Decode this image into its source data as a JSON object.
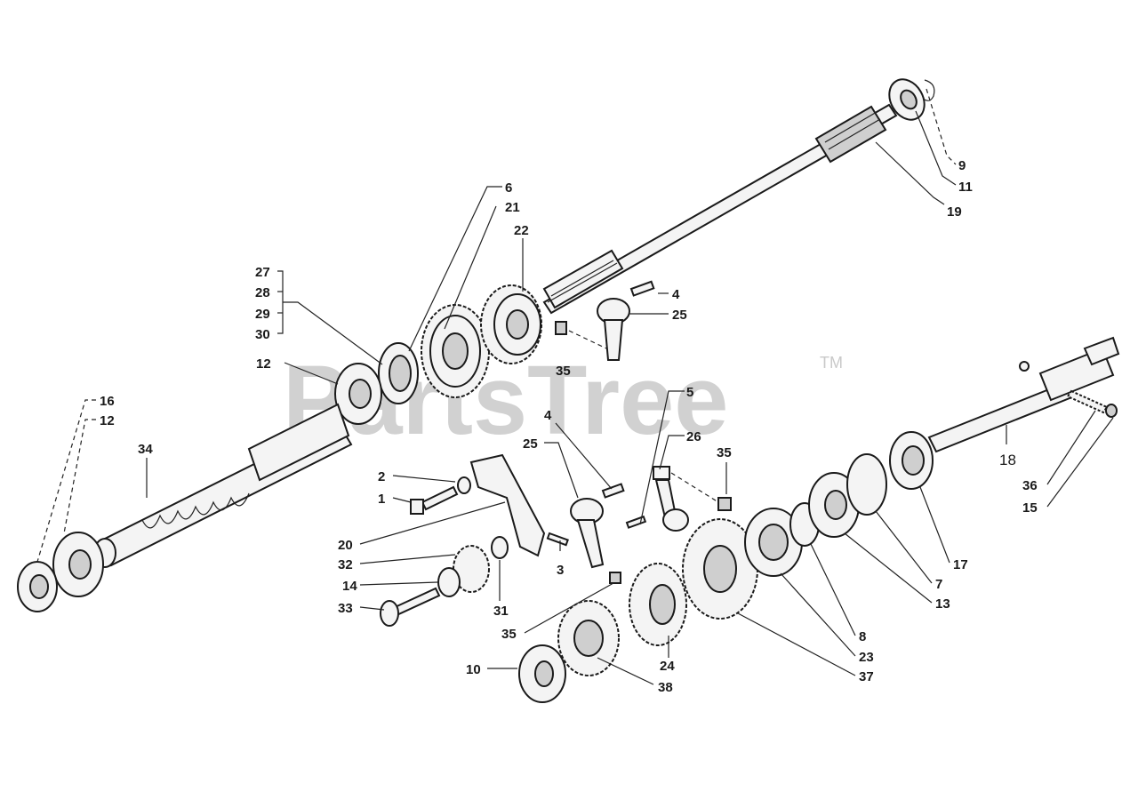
{
  "watermark": {
    "text": "PartsTree",
    "tm": "TM"
  },
  "callouts": [
    {
      "id": "c9",
      "text": "9"
    },
    {
      "id": "c11a",
      "text": "11"
    },
    {
      "id": "c19",
      "text": "19"
    },
    {
      "id": "c6",
      "text": "6"
    },
    {
      "id": "c21",
      "text": "21"
    },
    {
      "id": "c22",
      "text": "22"
    },
    {
      "id": "c27",
      "text": "27"
    },
    {
      "id": "c28",
      "text": "28"
    },
    {
      "id": "c29",
      "text": "29"
    },
    {
      "id": "c30",
      "text": "30"
    },
    {
      "id": "c4a",
      "text": "4"
    },
    {
      "id": "c25a",
      "text": "25"
    },
    {
      "id": "c35a",
      "text": "35"
    },
    {
      "id": "c12a",
      "text": "12"
    },
    {
      "id": "c16",
      "text": "16"
    },
    {
      "id": "c12b",
      "text": "12"
    },
    {
      "id": "c34",
      "text": "34"
    },
    {
      "id": "c4b",
      "text": "4"
    },
    {
      "id": "c25b",
      "text": "25"
    },
    {
      "id": "c5",
      "text": "5"
    },
    {
      "id": "c26",
      "text": "26"
    },
    {
      "id": "c35b",
      "text": "35"
    },
    {
      "id": "c2",
      "text": "2"
    },
    {
      "id": "c1",
      "text": "1"
    },
    {
      "id": "c20",
      "text": "20"
    },
    {
      "id": "c32",
      "text": "32"
    },
    {
      "id": "c14",
      "text": "14"
    },
    {
      "id": "c33",
      "text": "33"
    },
    {
      "id": "c3",
      "text": "3"
    },
    {
      "id": "c31",
      "text": "31"
    },
    {
      "id": "c35c",
      "text": "35"
    },
    {
      "id": "c10",
      "text": "10"
    },
    {
      "id": "c38",
      "text": "38"
    },
    {
      "id": "c24",
      "text": "24"
    },
    {
      "id": "c8",
      "text": "8"
    },
    {
      "id": "c23",
      "text": "23"
    },
    {
      "id": "c37",
      "text": "37"
    },
    {
      "id": "c13",
      "text": "13"
    },
    {
      "id": "c7",
      "text": "7"
    },
    {
      "id": "c17",
      "text": "17"
    },
    {
      "id": "c18",
      "text": "18"
    },
    {
      "id": "c36",
      "text": "36"
    },
    {
      "id": "c15",
      "text": "15"
    }
  ]
}
